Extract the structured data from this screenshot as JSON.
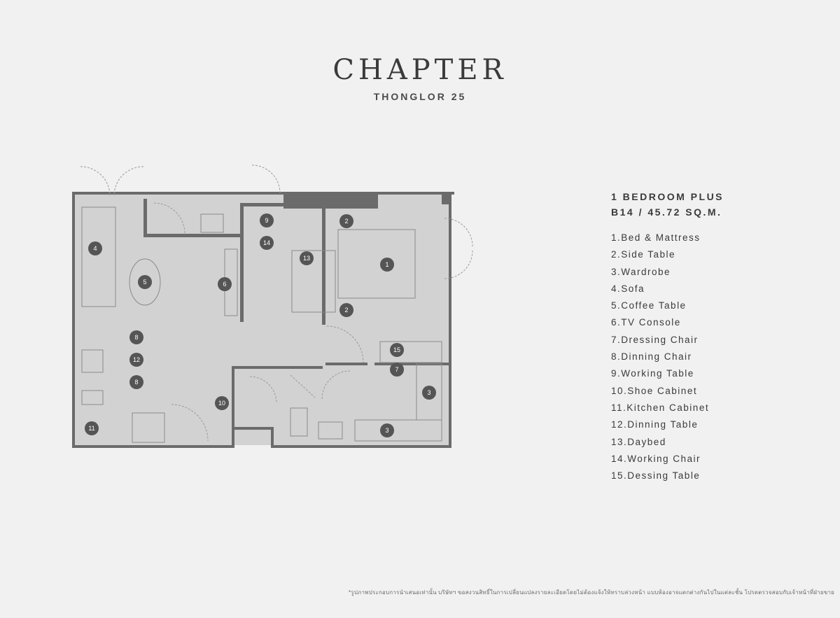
{
  "brand": {
    "title": "CHAPTER",
    "subtitle": "THONGLOR 25"
  },
  "unit": {
    "type": "1 BEDROOM PLUS",
    "size": "B14 / 45.72 SQ.M."
  },
  "legend": [
    "1.Bed & Mattress",
    "2.Side Table",
    "3.Wardrobe",
    "4.Sofa",
    "5.Coffee Table",
    "6.TV Console",
    "7.Dressing Chair",
    "8.Dinning Chair",
    "9.Working Table",
    "10.Shoe Cabinet",
    "11.Kitchen Cabinet",
    "12.Dinning Table",
    "13.Daybed",
    "14.Working Chair",
    "15.Dessing Table"
  ],
  "plan_markers": [
    "1",
    "2",
    "2",
    "3",
    "3",
    "4",
    "5",
    "6",
    "7",
    "8",
    "8",
    "9",
    "10",
    "11",
    "12",
    "13",
    "14",
    "15"
  ],
  "colors": {
    "background": "#f1f1f1",
    "wall": "#6b6b6b",
    "floor": "#d2d2d2",
    "marker": "#555555",
    "text": "#3a3a3a"
  },
  "disclaimer": "*รูปภาพประกอบการนำเสนอเท่านั้น บริษัทฯ ขอสงวนสิทธิ์ในการเปลี่ยนแปลงรายละเอียดโดยไม่ต้องแจ้งให้ทราบล่วงหน้า แบบห้องอาจแตกต่างกันไปในแต่ละชั้น โปรดตรวจสอบกับเจ้าหน้าที่ฝ่ายขาย"
}
